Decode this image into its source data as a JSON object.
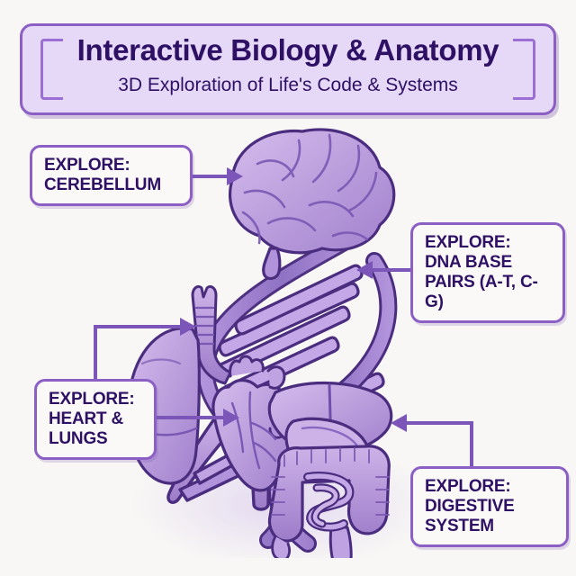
{
  "header": {
    "title": "Interactive Biology & Anatomy",
    "subtitle": "3D Exploration of Life's Code & Systems"
  },
  "callouts": [
    {
      "id": "cerebellum",
      "lead": "EXPLORE:",
      "body": "CEREBELLUM",
      "target": "brain"
    },
    {
      "id": "dna",
      "lead": "EXPLORE:",
      "body": "DNA BASE PAIRS (A-T, C-G)",
      "target": "dna-helix"
    },
    {
      "id": "heart",
      "lead": "EXPLORE:",
      "body": "HEART & LUNGS",
      "target": "heart-lungs"
    },
    {
      "id": "digestive",
      "lead": "EXPLORE:",
      "body": "DIGESTIVE SYSTEM",
      "target": "digestive-organs"
    }
  ],
  "illustration": {
    "description": "Purple line-art of a DNA double helix on a stand with human organs",
    "organs": [
      "brain",
      "trachea",
      "lung",
      "heart",
      "liver",
      "stomach",
      "large-intestine",
      "small-intestine",
      "dna-double-helix",
      "helix-stand"
    ]
  },
  "colors": {
    "background": "#f8f7f5",
    "banner_fill": "#e6d8f7",
    "border_purple": "#8b5fc4",
    "text_dark_purple": "#2e1065",
    "organ_light": "#c9aee6",
    "organ_mid": "#a887d4",
    "organ_dark": "#8b6bc0",
    "outline": "#4b2d7f",
    "callout_fill": "#faf9f8"
  }
}
